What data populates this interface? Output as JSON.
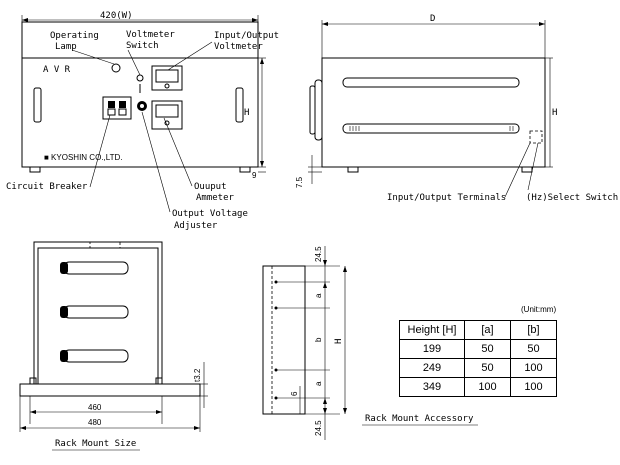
{
  "front_view": {
    "width_dim": "420(W)",
    "operating_lamp": [
      "Operating",
      "Lamp"
    ],
    "voltmeter_switch": [
      "Voltmeter",
      "Switch"
    ],
    "io_voltmeter": [
      "Input/Output",
      "Voltmeter"
    ],
    "panel_logo": "A V R",
    "maker_plate": "■ KYOSHIN CO.,LTD.",
    "height_dim": "H",
    "bottom_dim": "9",
    "circuit_breaker": "Circuit Breaker",
    "output_ammeter": [
      "Ouuput",
      "Ammeter"
    ],
    "output_voltage_adjuster": [
      "Output Voltage",
      "Adjuster"
    ]
  },
  "side_view": {
    "depth_dim": "D",
    "height_dim": "H",
    "foot_dim": "7.5",
    "io_terminals": "Input/Output Terminals",
    "hz_select": "(Hz)Select Switch"
  },
  "rack_view": {
    "dim_460": "460",
    "dim_480": "480",
    "dim_32": "t3.2",
    "title": "Rack Mount Size"
  },
  "accessory_view": {
    "top_dim": "24.5",
    "a_dim": "a",
    "b_dim": "b",
    "h_dim": "H",
    "six_dim": "6",
    "bottom_dim": "24.5",
    "title": "Rack Mount Accessory"
  },
  "spec_table": {
    "unit": "(Unit:mm)",
    "header": [
      "Height [H]",
      "[a]",
      "[b]"
    ],
    "rows": [
      [
        "199",
        "50",
        "50"
      ],
      [
        "249",
        "50",
        "100"
      ],
      [
        "349",
        "100",
        "100"
      ]
    ]
  }
}
